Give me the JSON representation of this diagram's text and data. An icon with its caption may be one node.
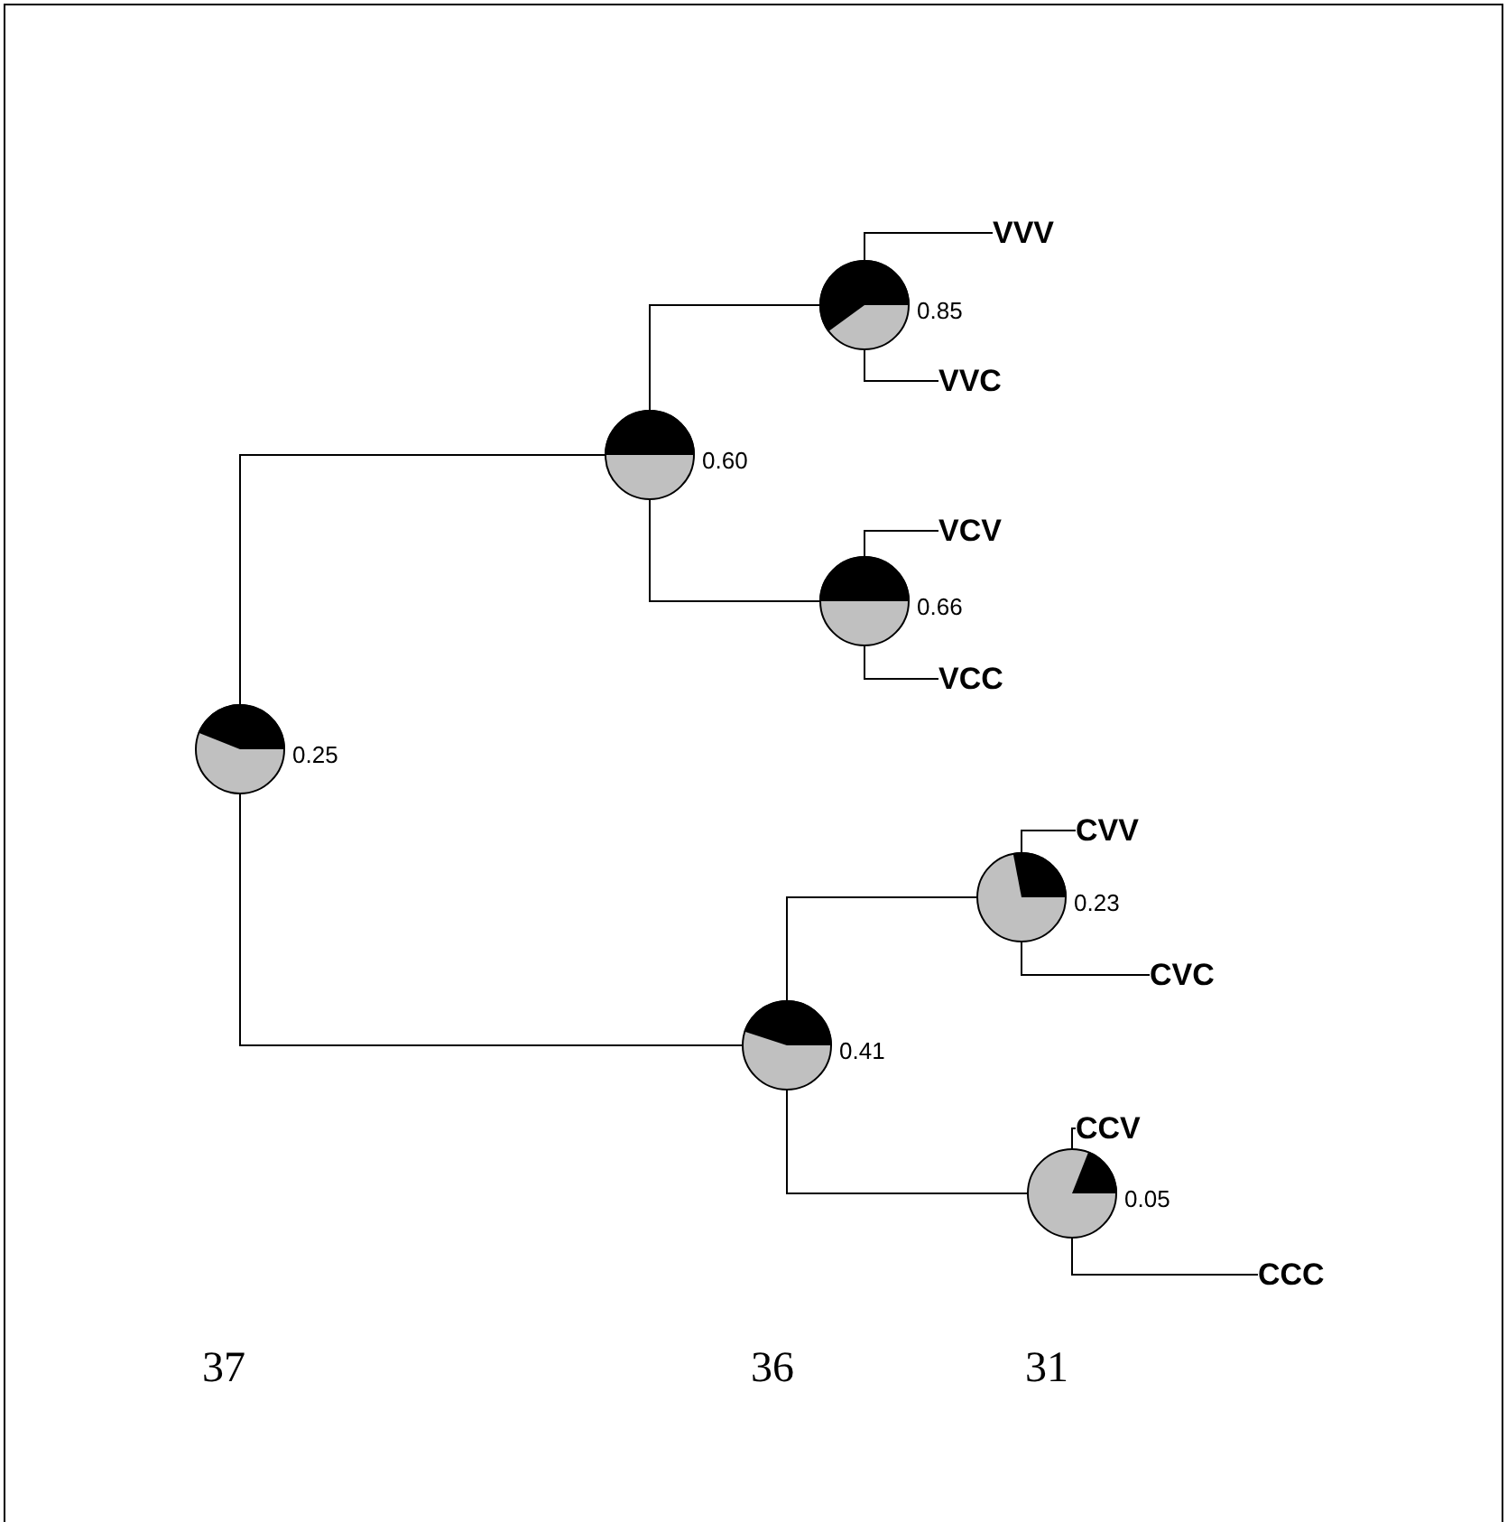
{
  "diagram": {
    "nodes": [
      {
        "text": [],
        "shape": "circle",
        "beside": [
          "0.25"
        ]
      },
      {
        "text": [],
        "shape": "circle",
        "beside": [
          "0.60"
        ]
      },
      {
        "text": [],
        "shape": "circle",
        "beside": [
          "0.85"
        ]
      },
      {
        "text": [
          "VVV"
        ]
      },
      {
        "text": [
          "VVC"
        ]
      },
      {
        "text": [],
        "shape": "circle",
        "beside": [
          "0.66"
        ]
      },
      {
        "text": [
          "VCV"
        ]
      },
      {
        "text": [
          "VCC"
        ]
      },
      {
        "text": [],
        "shape": "circle",
        "beside": [
          "0.41"
        ]
      },
      {
        "text": [],
        "shape": "circle",
        "beside": [
          "0.23"
        ]
      },
      {
        "text": [
          "CVV"
        ]
      },
      {
        "text": [
          "CVC"
        ]
      },
      {
        "text": [],
        "shape": "circle",
        "beside": [
          "0.05"
        ]
      },
      {
        "text": [
          "CCV"
        ]
      },
      {
        "text": [
          "CCC"
        ]
      }
    ],
    "edges": [
      {
        "from": 0,
        "to": 1,
        "arrow": "none"
      },
      {
        "from": 0,
        "to": 8,
        "arrow": "none"
      },
      {
        "from": 1,
        "to": 2,
        "arrow": "none"
      },
      {
        "from": 1,
        "to": 5,
        "arrow": "none"
      },
      {
        "from": 2,
        "to": 3,
        "arrow": "none"
      },
      {
        "from": 2,
        "to": 4,
        "arrow": "none"
      },
      {
        "from": 5,
        "to": 6,
        "arrow": "none"
      },
      {
        "from": 5,
        "to": 7,
        "arrow": "none"
      },
      {
        "from": 8,
        "to": 9,
        "arrow": "none"
      },
      {
        "from": 8,
        "to": 12,
        "arrow": "none"
      },
      {
        "from": 9,
        "to": 10,
        "arrow": "none"
      },
      {
        "from": 9,
        "to": 11,
        "arrow": "none"
      },
      {
        "from": 12,
        "to": 13,
        "arrow": "none"
      },
      {
        "from": 12,
        "to": 14,
        "arrow": "none"
      }
    ],
    "labels": [
      "37",
      "36",
      "31"
    ]
  }
}
